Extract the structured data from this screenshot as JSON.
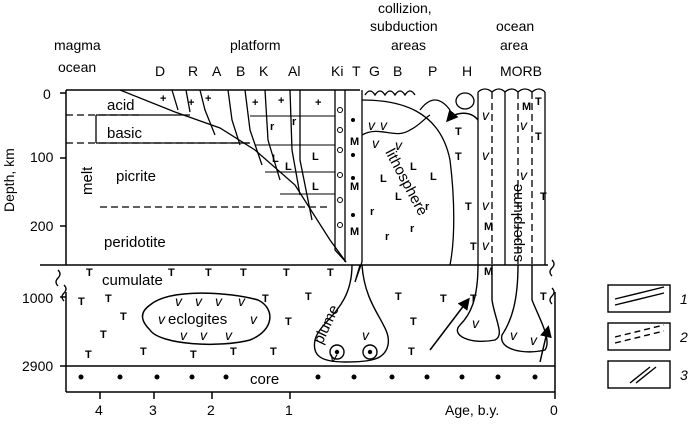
{
  "header": {
    "magma_ocean": [
      "magma",
      "ocean"
    ],
    "platform": "platform",
    "collision": [
      "collizion,",
      "subduction",
      "areas"
    ],
    "ocean_area": [
      "ocean",
      "area"
    ]
  },
  "columns": [
    "D",
    "R",
    "A",
    "B",
    "K",
    "Al",
    "Ki",
    "T",
    "G",
    "B",
    "P",
    "H",
    "MORB"
  ],
  "axes": {
    "y_title": "Depth, km",
    "y_ticks": [
      "0",
      "100",
      "200",
      "1000",
      "2900"
    ],
    "x_title": "Age, b.y.",
    "x_ticks": [
      "4",
      "3",
      "2",
      "1",
      "0"
    ]
  },
  "layers": {
    "acid": "acid",
    "basic": "basic",
    "melt": "melt",
    "picrite": "picrite",
    "peridotite": "peridotite",
    "cumulate": "cumulate",
    "eclogites": "eclogites",
    "core": "core",
    "lithosphere": "lithosphere",
    "superplume": "superplume",
    "plume": "plume"
  },
  "legend": [
    "1",
    "2",
    "3"
  ]
}
